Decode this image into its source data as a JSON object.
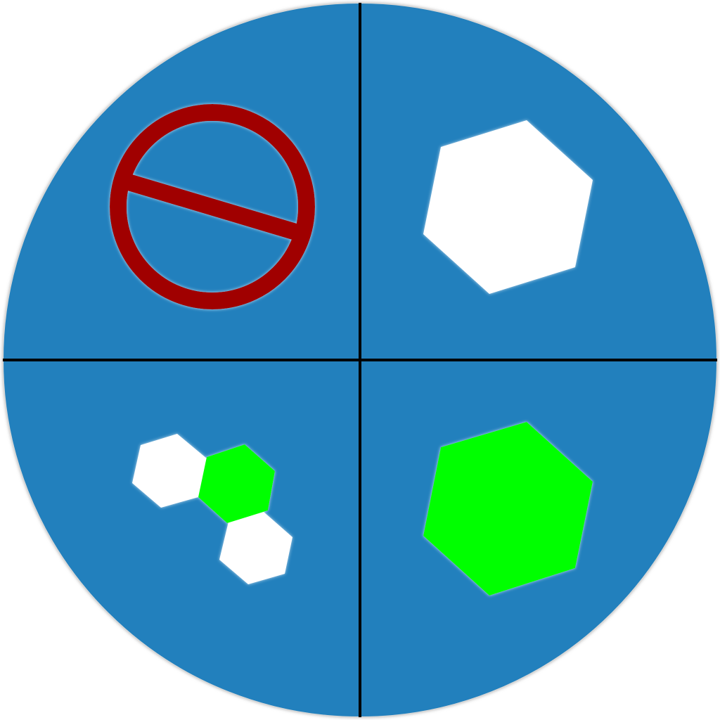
{
  "colors": {
    "disc": "#2180bd",
    "disc_outline": "#d8d8d8",
    "divider": "#000000",
    "prohibited": "#a00000",
    "white_hex": "#ffffff",
    "green_hex": "#00ff00"
  },
  "quadrants": {
    "top_left": {
      "icon": "prohibited-icon"
    },
    "top_right": {
      "icon": "white-hexagon-icon"
    },
    "bottom_left": {
      "icon": "hexagon-cluster-icon",
      "cluster": [
        "white",
        "green",
        "white"
      ]
    },
    "bottom_right": {
      "icon": "green-hexagon-icon"
    }
  }
}
